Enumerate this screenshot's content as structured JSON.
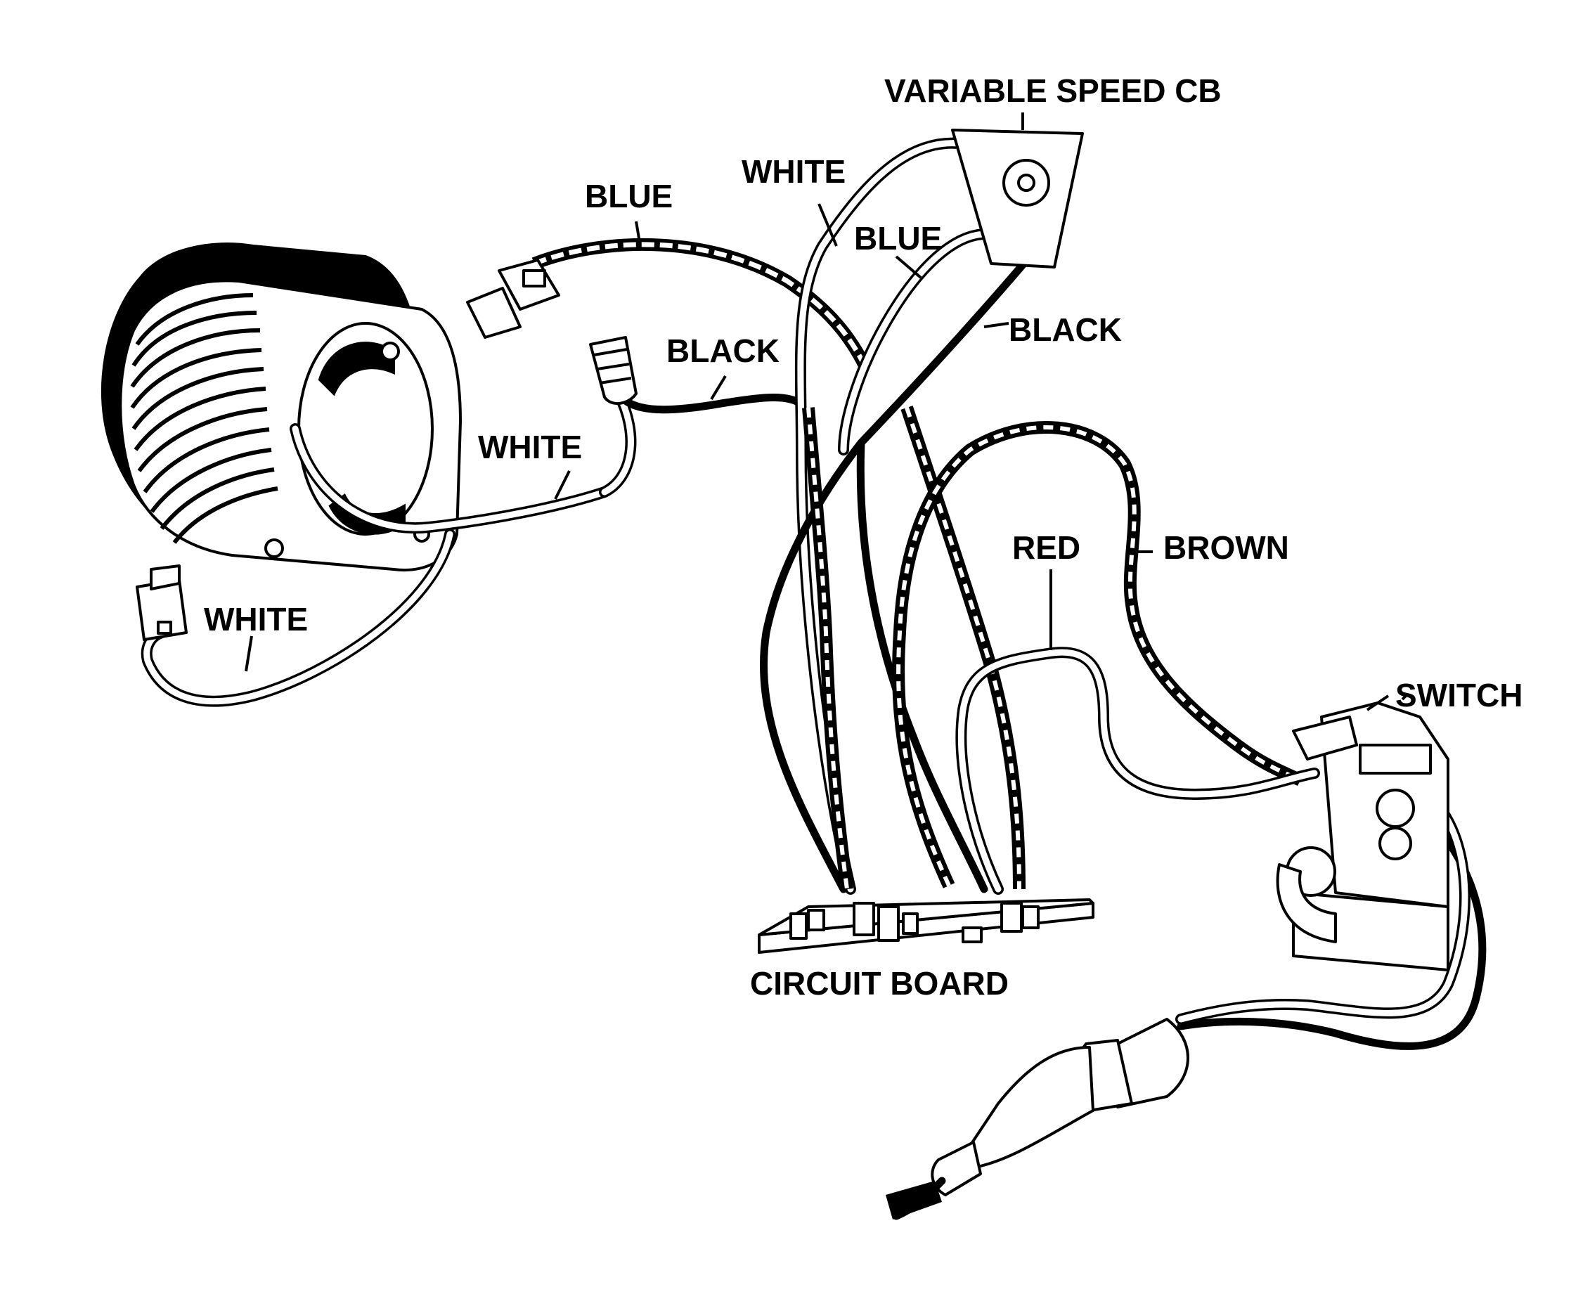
{
  "labels": {
    "variable_speed_cb": "VARIABLE SPEED CB",
    "white_top": "WHITE",
    "blue_left": "BLUE",
    "blue_right": "BLUE",
    "black_right": "BLACK",
    "black_left": "BLACK",
    "white_field": "WHITE",
    "white_lower": "WHITE",
    "red": "RED",
    "brown": "BROWN",
    "switch": "SWITCH",
    "circuit_board": "CIRCUIT BOARD"
  },
  "colors": {
    "ink": "#000000",
    "paper": "#ffffff"
  }
}
